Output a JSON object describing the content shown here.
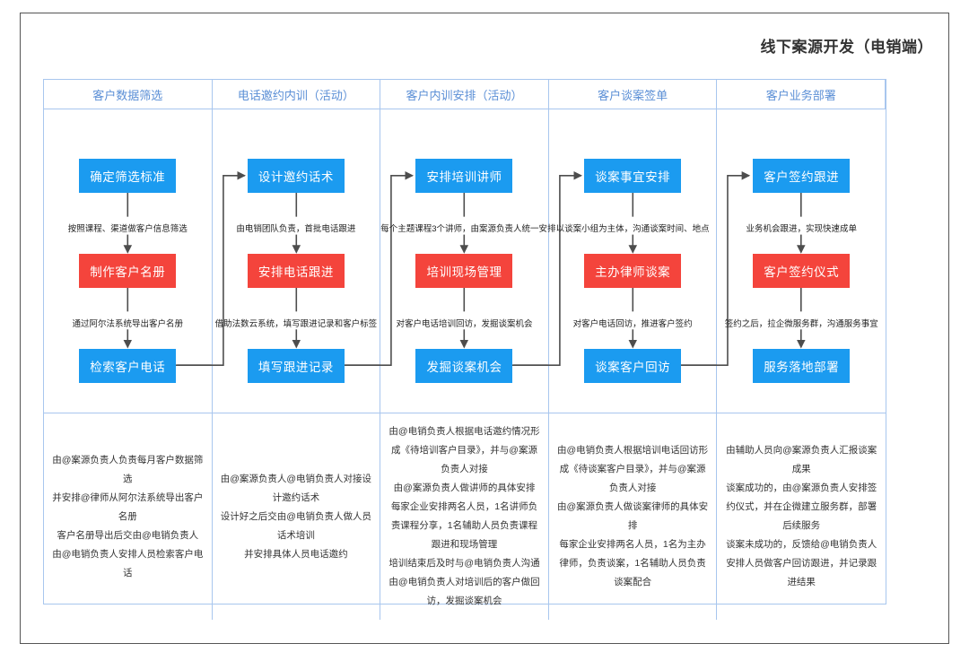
{
  "document": {
    "title": "线下案源开发（电销端）"
  },
  "columns": [
    {
      "header": "客户数据筛选",
      "nodes": [
        {
          "label": "确定筛选标准",
          "color": "blue"
        },
        {
          "label": "制作客户名册",
          "color": "red"
        },
        {
          "label": "检索客户电话",
          "color": "blue"
        }
      ],
      "edge_labels": [
        "按照课程、渠道做客户信息筛选",
        "通过阿尔法系统导出客户名册"
      ],
      "notes": [
        "由@案源负责人负责每月客户数据筛选",
        "并安排@律师从阿尔法系统导出客户名册",
        "客户名册导出后交由@电销负责人",
        "由@电销负责人安排人员检索客户电话"
      ]
    },
    {
      "header": "电话邀约内训（活动）",
      "nodes": [
        {
          "label": "设计邀约话术",
          "color": "blue"
        },
        {
          "label": "安排电话跟进",
          "color": "red"
        },
        {
          "label": "填写跟进记录",
          "color": "blue"
        }
      ],
      "edge_labels": [
        "由电销团队负责，首批电话跟进",
        "借助法数云系统，填写跟进记录和客户标签"
      ],
      "notes": [
        "由@案源负责人@电销负责人对接设计邀约话术",
        "设计好之后交由@电销负责人做人员话术培训",
        "并安排具体人员电话邀约"
      ]
    },
    {
      "header": "客户内训安排（活动）",
      "nodes": [
        {
          "label": "安排培训讲师",
          "color": "blue"
        },
        {
          "label": "培训现场管理",
          "color": "red"
        },
        {
          "label": "发掘谈案机会",
          "color": "blue"
        }
      ],
      "edge_labels": [
        "每个主题课程3个讲师，由案源负责人统一安排",
        "对客户电话培训回访，发掘谈案机会"
      ],
      "notes": [
        "由@电销负责人根据电话邀约情况形成《待培训客户目录》，并与@案源负责人对接",
        "由@案源负责人做讲师的具体安排",
        "每家企业安排两名人员，1名讲师负责课程分享，1名辅助人员负责课程跟进和现场管理",
        "培训结束后及时与@电销负责人沟通",
        "由@电销负责人对培训后的客户做回访，发掘谈案机会"
      ]
    },
    {
      "header": "客户谈案签单",
      "nodes": [
        {
          "label": "谈案事宜安排",
          "color": "blue"
        },
        {
          "label": "主办律师谈案",
          "color": "red"
        },
        {
          "label": "谈案客户回访",
          "color": "blue"
        }
      ],
      "edge_labels": [
        "以谈案小组为主体，沟通谈案时间、地点",
        "对客户电话回访，推进客户签约"
      ],
      "notes": [
        "由@电销负责人根据培训电话回访形成《待谈案客户目录》，并与@案源负责人对接",
        "由@案源负责人做谈案律师的具体安排",
        "每家企业安排两名人员，1名为主办律师，负责谈案，1名辅助人员负责谈案配合"
      ]
    },
    {
      "header": "客户业务部署",
      "nodes": [
        {
          "label": "客户签约跟进",
          "color": "blue"
        },
        {
          "label": "客户签约仪式",
          "color": "red"
        },
        {
          "label": "服务落地部署",
          "color": "blue"
        }
      ],
      "edge_labels": [
        "业务机会跟进，实现快速成单",
        "签约之后，拉企微服务群，沟通服务事宜"
      ],
      "notes": [
        "由辅助人员向@案源负责人汇报谈案成果",
        "谈案成功的，由@案源负责人安排签约仪式，并在企微建立服务群，部署后续服务",
        "谈案未成功的，反馈给@电销负责人",
        "安排人员做客户回访跟进，并记录跟进结果"
      ]
    }
  ],
  "colors": {
    "node_blue": "#1b9bf0",
    "node_red": "#f4443c",
    "grid_border": "#a8c6ee",
    "header_text": "#5b8fd6",
    "wire": "#4d4d4d"
  }
}
